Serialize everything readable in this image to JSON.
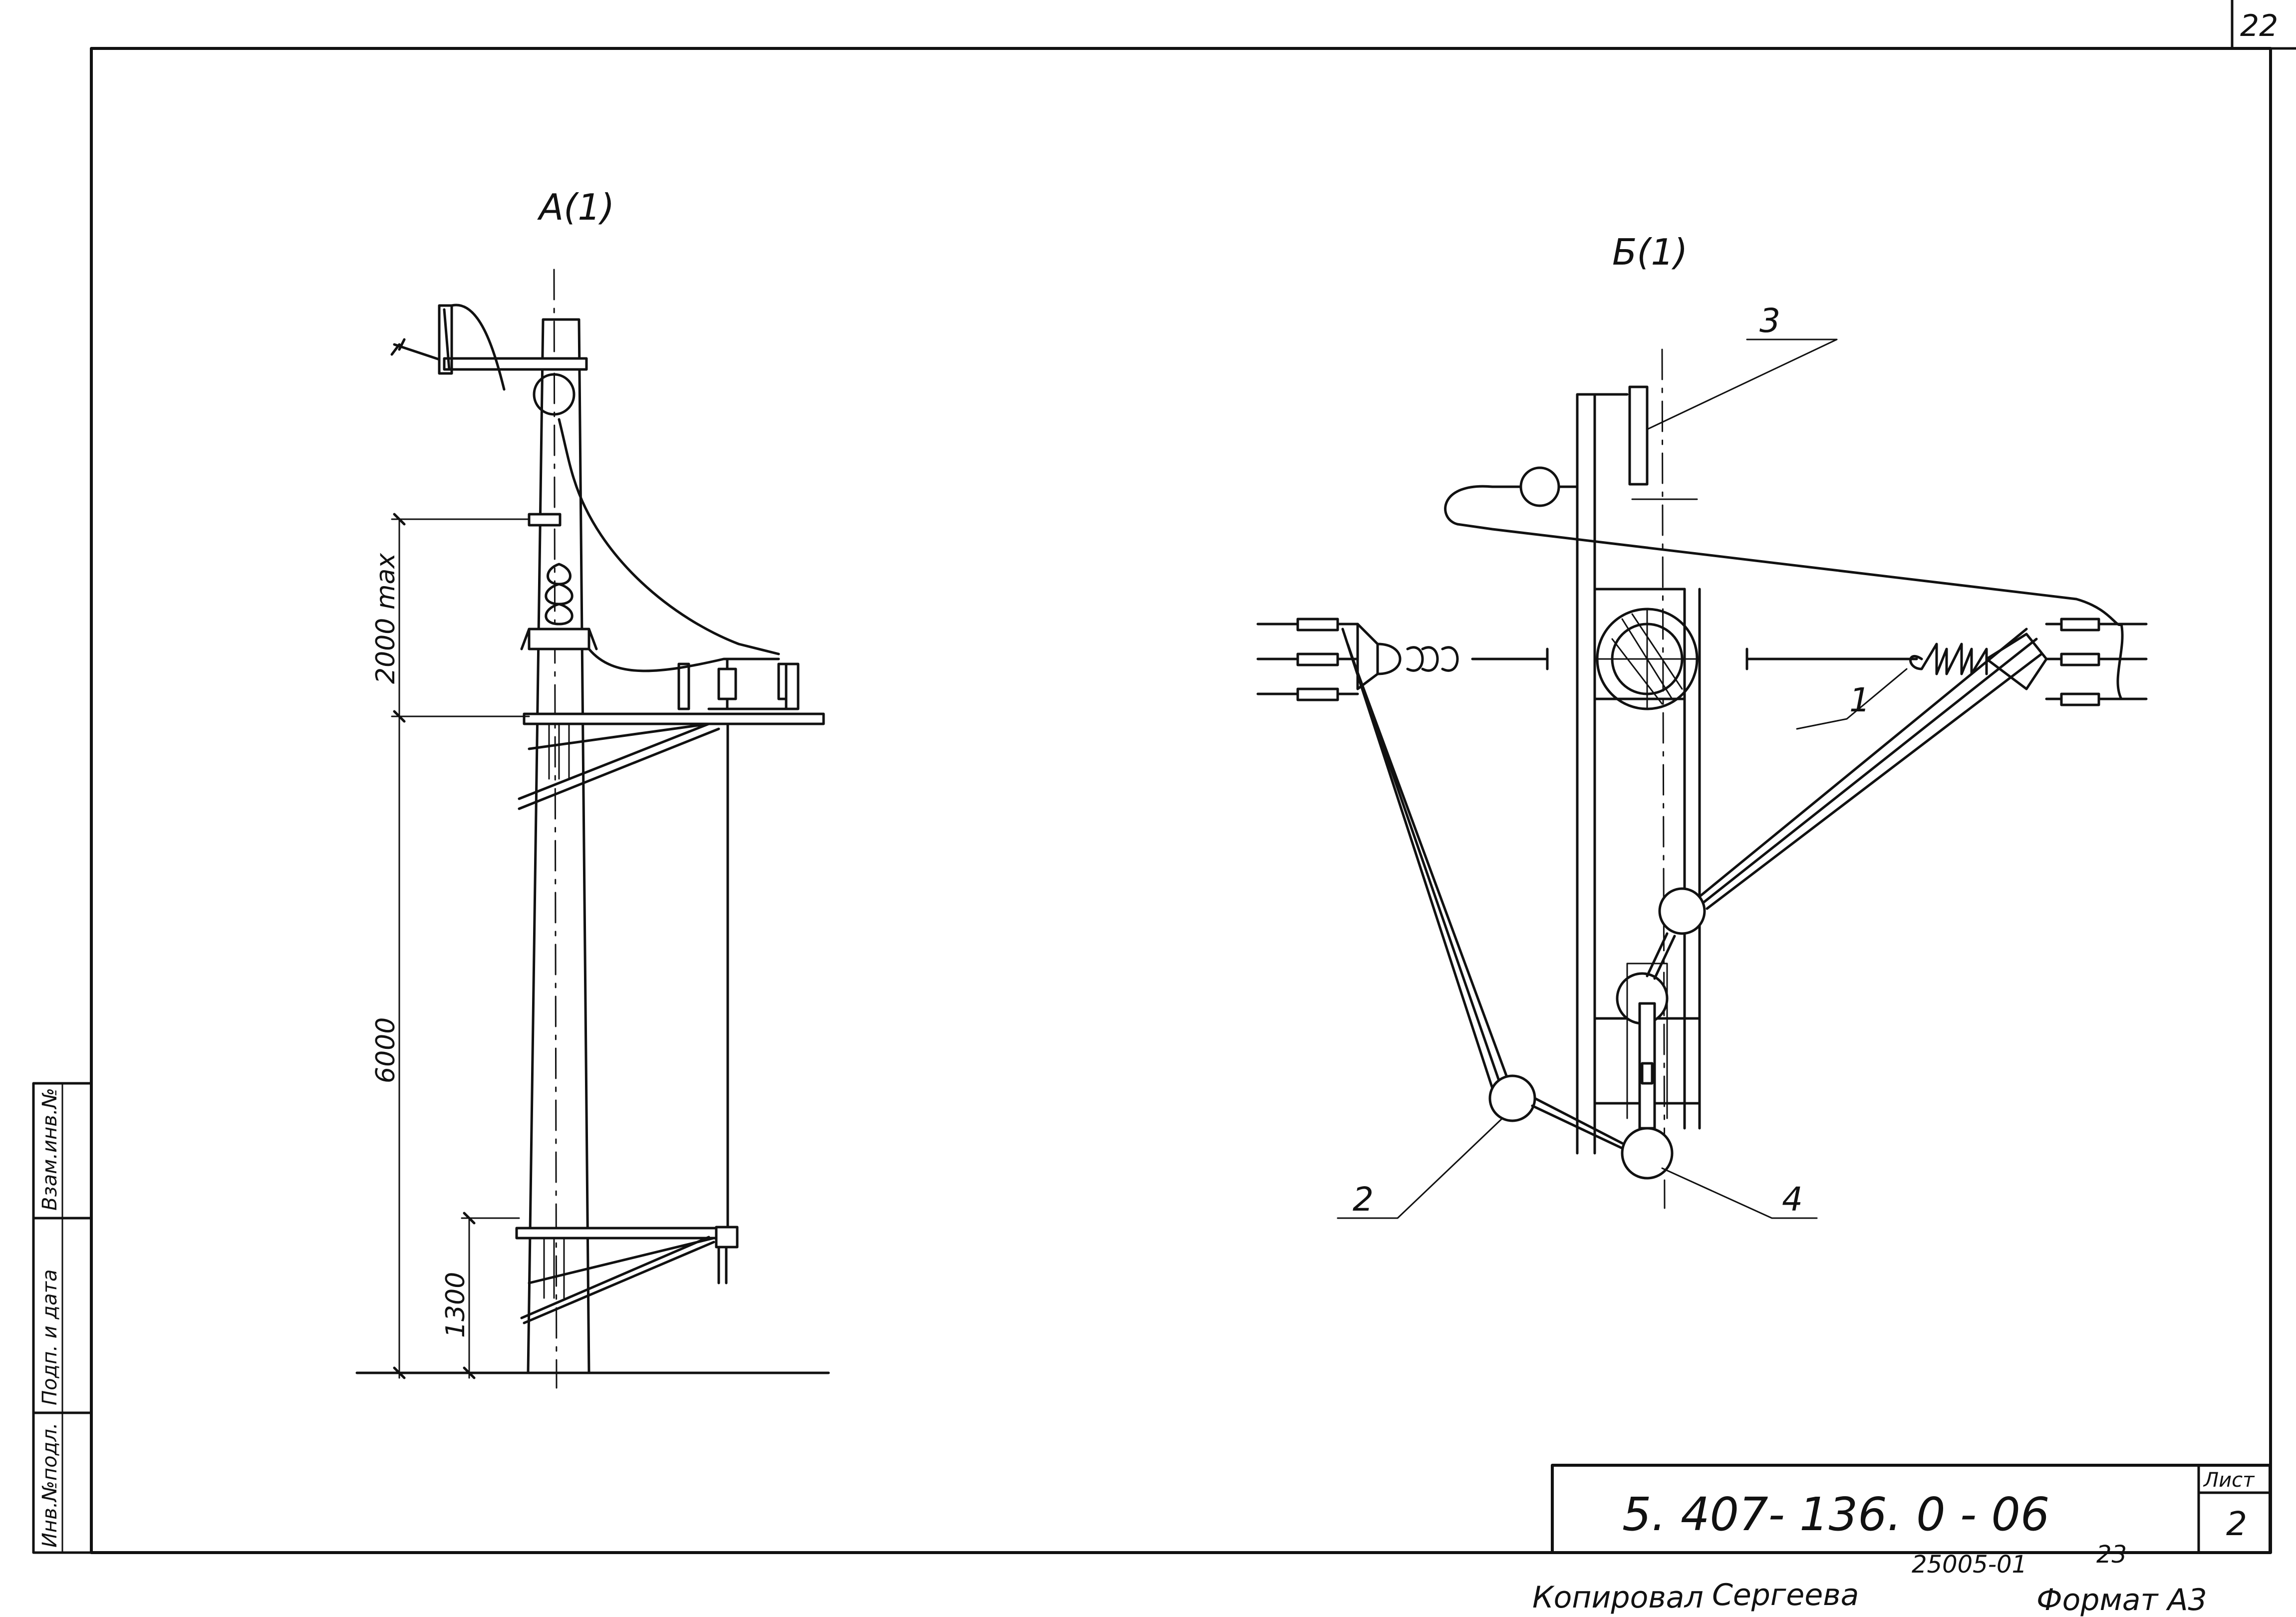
{
  "sheet_corner": "22",
  "view_a": {
    "title": "A(1)",
    "dims": {
      "d1": "2000 max",
      "d2": "6000",
      "d3": "1300"
    }
  },
  "view_b": {
    "title": "Б(1)",
    "callouts": {
      "c1": "1",
      "c2": "2",
      "c3": "3",
      "c4": "4"
    }
  },
  "left_stamp": {
    "inv": "Инв.№подл.",
    "sign": "Подп. и дата",
    "vzam": "Взам.инв.№"
  },
  "title_block": {
    "code": "5. 407- 136. 0 - 06",
    "list_label": "Лист",
    "list_no": "2"
  },
  "footer": {
    "order": "25005-01",
    "num": "23",
    "copied": "Копировал",
    "name": "Сергеева",
    "format": "Формат А3"
  }
}
